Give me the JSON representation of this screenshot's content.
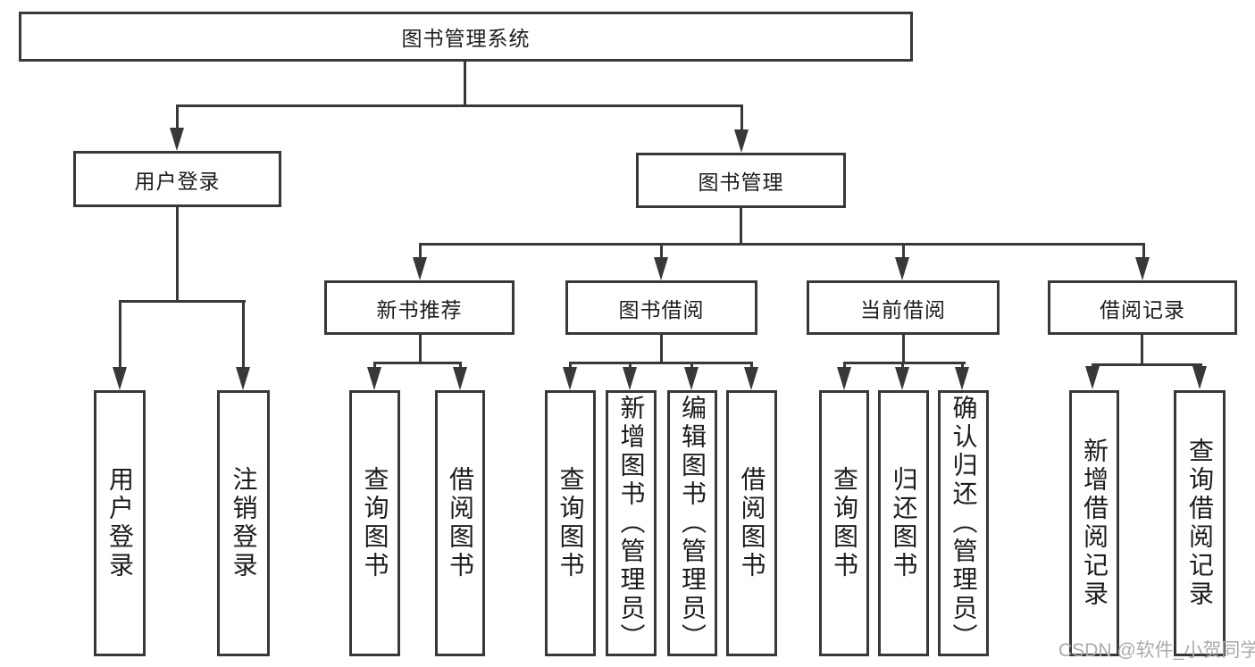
{
  "diagram": {
    "root": {
      "label": "图书管理系统"
    },
    "level2": [
      {
        "label": "用户登录"
      },
      {
        "label": "图书管理"
      }
    ],
    "level3": [
      {
        "label": "新书推荐"
      },
      {
        "label": "图书借阅"
      },
      {
        "label": "当前借阅"
      },
      {
        "label": "借阅记录"
      }
    ],
    "leaves": {
      "login": [
        "用户登录",
        "注销登录"
      ],
      "recommend": [
        "查询图书",
        "借阅图书"
      ],
      "borrow": [
        "查询图书",
        "新增图书（管理员）",
        "编辑图书（管理员）",
        "借阅图书"
      ],
      "current": [
        "查询图书",
        "归还图书",
        "确认归还（管理员）"
      ],
      "records": [
        "新增借阅记录",
        "查询借阅记录"
      ]
    }
  },
  "watermark": {
    "text": "CSDN @软件_小贺同学"
  },
  "colors": {
    "line": "#383838",
    "text": "#1c1c1c",
    "watermark": "#ababab",
    "background": "#ffffff"
  }
}
